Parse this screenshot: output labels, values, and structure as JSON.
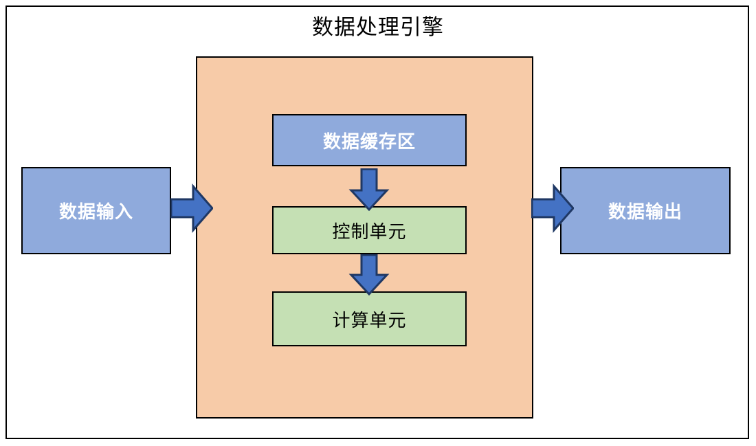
{
  "diagram": {
    "title": "数据处理引擎",
    "colors": {
      "frame_border": "#000000",
      "engine_fill": "#F7CBA8",
      "box_blue_fill": "#8FAADC",
      "box_green_fill": "#C5E0B4",
      "arrow_fill": "#4472C4",
      "arrow_border": "#1F3864",
      "box_border": "#000000",
      "blue_box_text": "#FFFFFF",
      "green_box_text": "#000000",
      "title_text": "#000000"
    },
    "nodes": {
      "data_input": {
        "label": "数据输入",
        "shape": "rectangle",
        "style": "blue"
      },
      "data_output": {
        "label": "数据输出",
        "shape": "rectangle",
        "style": "blue"
      },
      "data_cache": {
        "label": "数据缓存区",
        "shape": "rectangle",
        "style": "blue"
      },
      "control_unit": {
        "label": "控制单元",
        "shape": "rectangle",
        "style": "green"
      },
      "compute_unit": {
        "label": "计算单元",
        "shape": "rectangle",
        "style": "green"
      }
    },
    "edges": [
      {
        "name": "input-to-engine",
        "from": "data_input",
        "to": "engine",
        "direction": "right"
      },
      {
        "name": "cache-to-control",
        "from": "data_cache",
        "to": "control_unit",
        "direction": "down"
      },
      {
        "name": "control-to-compute",
        "from": "control_unit",
        "to": "compute_unit",
        "direction": "down"
      },
      {
        "name": "engine-to-output",
        "from": "engine",
        "to": "data_output",
        "direction": "right"
      }
    ]
  }
}
